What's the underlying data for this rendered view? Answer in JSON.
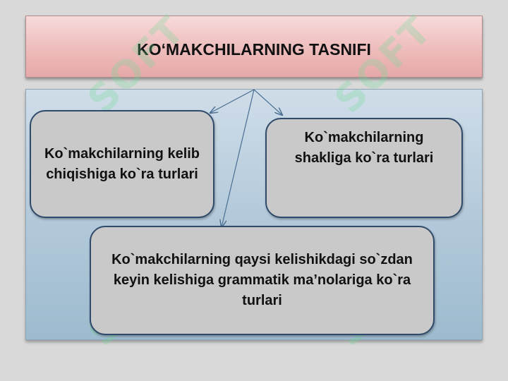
{
  "title": "KO‘MAKCHILARNING TASNIFI",
  "boxes": {
    "left": "Ko`makchilarning kelib chiqishiga ko`ra turlari",
    "right": "Ko`makchilarning shakliga ko`ra turlari",
    "bottom": "Ko`makchilarning qaysi kelishikdagi so`zdan keyin kelishiga  grammatik ma’nolariga ko`ra turlari"
  },
  "watermark": "SOFT",
  "colors": {
    "title_fill": "#eebcbc",
    "panel_fill": "#b4cadb",
    "box_fill": "#c9c9c9",
    "box_border": "#2f4a6a",
    "arrow": "#4a6f93"
  }
}
